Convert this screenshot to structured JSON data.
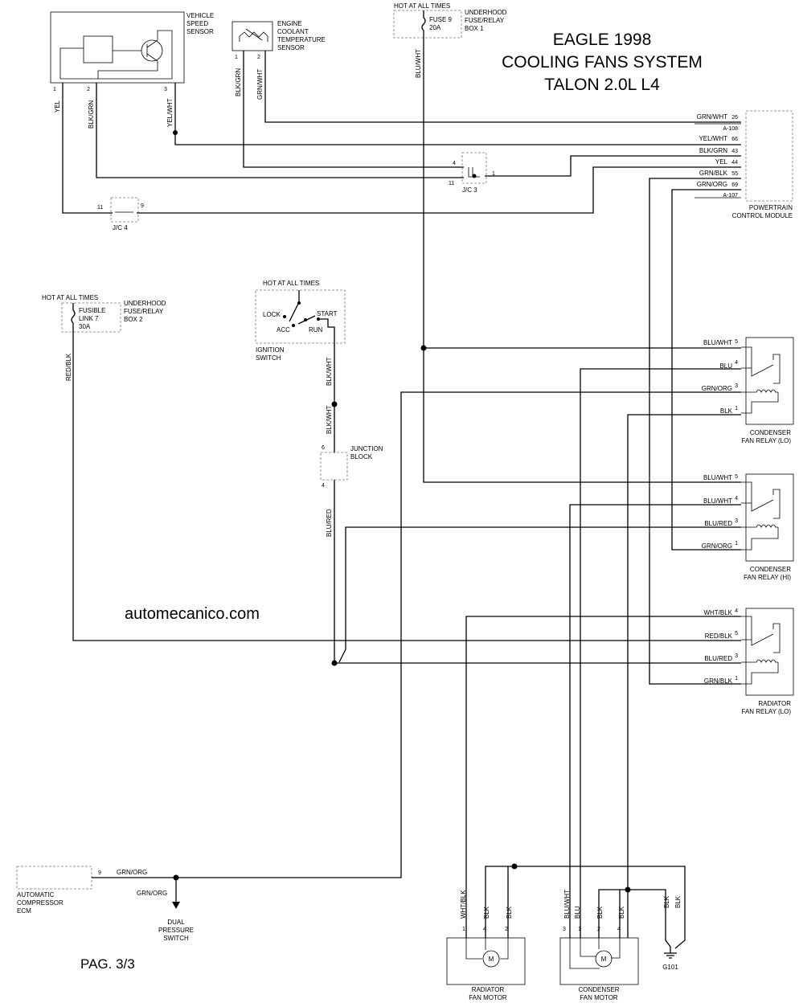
{
  "title": {
    "line1": "EAGLE 1998",
    "line2": "COOLING FANS SYSTEM",
    "line3": "TALON 2.0L L4"
  },
  "website": "automecanico.com",
  "page_label": "PAG. 3/3",
  "components": {
    "vss": {
      "l1": "VEHICLE",
      "l2": "SPEED",
      "l3": "SENSOR",
      "pins": [
        "1",
        "2",
        "3"
      ]
    },
    "ect": {
      "l1": "ENGINE",
      "l2": "COOLANT",
      "l3": "TEMPERATURE",
      "l4": "SENSOR",
      "pins": [
        "1",
        "2"
      ]
    },
    "fuse_box1": {
      "hot": "HOT AT ALL TIMES",
      "fuse_l1": "FUSE 9",
      "fuse_l2": "20A",
      "l1": "UNDERHOOD",
      "l2": "FUSE/RELAY",
      "l3": "BOX 1"
    },
    "pcm": {
      "l1": "POWERTRAIN",
      "l2": "CONTROL MODULE",
      "pins": [
        {
          "wire": "GRN/WHT",
          "pin": "26"
        },
        {
          "wire": "",
          "pin": "A-108"
        },
        {
          "wire": "YEL/WHT",
          "pin": "66"
        },
        {
          "wire": "BLK/GRN",
          "pin": "43"
        },
        {
          "wire": "YEL",
          "pin": "44"
        },
        {
          "wire": "GRN/BLK",
          "pin": "55"
        },
        {
          "wire": "GRN/ORG",
          "pin": "69"
        },
        {
          "wire": "",
          "pin": "A-107"
        }
      ]
    },
    "jc3": {
      "label": "J/C 3",
      "pins": [
        "4",
        "11",
        "1"
      ]
    },
    "jc4": {
      "label": "J/C 4",
      "pins": [
        "11",
        "9"
      ]
    },
    "fuse_box2": {
      "hot": "HOT AT ALL TIMES",
      "fuse_l1": "FUSIBLE",
      "fuse_l2": "LINK 7",
      "fuse_l3": "30A",
      "l1": "UNDERHOOD",
      "l2": "FUSE/RELAY",
      "l3": "BOX 2"
    },
    "ignition": {
      "hot": "HOT AT ALL TIMES",
      "lock": "LOCK",
      "start": "START",
      "acc": "ACC",
      "run": "RUN",
      "l1": "IGNITION",
      "l2": "SWITCH"
    },
    "junction_block": {
      "l1": "JUNCTION",
      "l2": "BLOCK",
      "pins": [
        "6",
        "4"
      ]
    },
    "relay_cond_lo": {
      "l1": "CONDENSER",
      "l2": "FAN RELAY (LO)",
      "pins": [
        {
          "wire": "BLU/WHT",
          "pin": "5"
        },
        {
          "wire": "BLU",
          "pin": "4"
        },
        {
          "wire": "GRN/ORG",
          "pin": "3"
        },
        {
          "wire": "BLK",
          "pin": "1"
        }
      ]
    },
    "relay_cond_hi": {
      "l1": "CONDENSER",
      "l2": "FAN RELAY (HI)",
      "pins": [
        {
          "wire": "BLU/WHT",
          "pin": "5"
        },
        {
          "wire": "BLU/WHT",
          "pin": "4"
        },
        {
          "wire": "BLU/RED",
          "pin": "3"
        },
        {
          "wire": "GRN/ORG",
          "pin": "1"
        }
      ]
    },
    "relay_rad_lo": {
      "l1": "RADIATOR",
      "l2": "FAN RELAY (LO)",
      "pins": [
        {
          "wire": "WHT/BLK",
          "pin": "4"
        },
        {
          "wire": "RED/BLK",
          "pin": "5"
        },
        {
          "wire": "BLU/RED",
          "pin": "3"
        },
        {
          "wire": "GRN/BLK",
          "pin": "1"
        }
      ]
    },
    "ecm": {
      "l1": "AUTOMATIC",
      "l2": "COMPRESSOR",
      "l3": "ECM",
      "pin": "9"
    },
    "dps": {
      "l1": "DUAL",
      "l2": "PRESSURE",
      "l3": "SWITCH"
    },
    "rad_motor": {
      "l1": "RADIATOR",
      "l2": "FAN MOTOR",
      "symbol": "M",
      "pins": [
        {
          "wire": "WHT/BLK",
          "pin": "1"
        },
        {
          "wire": "BLK",
          "pin": "4"
        },
        {
          "wire": "BLK",
          "pin": "2"
        }
      ]
    },
    "cond_motor": {
      "l1": "CONDENSER",
      "l2": "FAN MOTOR",
      "symbol": "M",
      "pins": [
        {
          "wire": "BLU/WHT",
          "pin": "3"
        },
        {
          "wire": "BLU",
          "pin": "1"
        },
        {
          "wire": "BLK",
          "pin": "2"
        },
        {
          "wire": "BLK",
          "pin": "4"
        }
      ]
    },
    "ground": {
      "label": "G101"
    }
  },
  "wires": {
    "yel": "YEL",
    "blk_grn": "BLK/GRN",
    "yel_wht": "YEL/WHT",
    "grn_wht": "GRN/WHT",
    "blu_wht": "BLU/WHT",
    "red_blk": "RED/BLK",
    "blk_wht": "BLK/WHT",
    "blk_wht_2": "BLK/WHT",
    "blu_red": "BLU/RED",
    "grn_org": "GRN/ORG",
    "grn_org_2": "GRN/ORG",
    "gnd_blk_1": "BLK",
    "gnd_blk_2": "BLK"
  }
}
